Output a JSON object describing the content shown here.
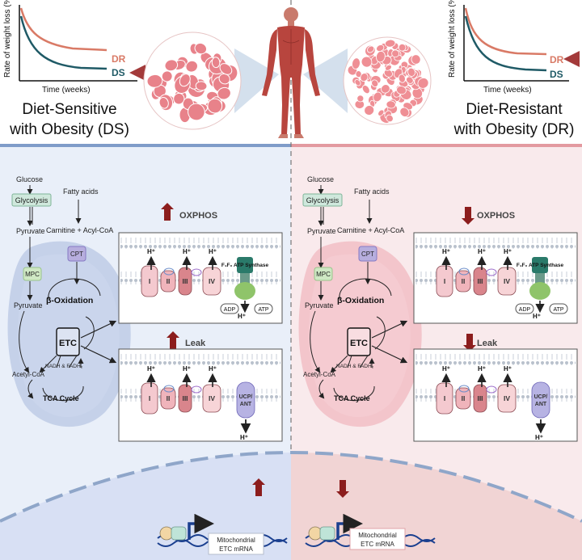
{
  "top": {
    "left_graph": {
      "ylabel": "Rate of weight loss (% baseline)",
      "xlabel": "Time (weeks)",
      "line_dr": "DR",
      "line_ds": "DS"
    },
    "right_graph": {
      "ylabel": "Rate of weight loss (% baseline)",
      "xlabel": "Time (weeks)",
      "line_dr": "DR",
      "line_ds": "DS"
    },
    "left_title_1": "Diet-Sensitive",
    "left_title_2": "with Obesity (DS)",
    "right_title_1": "Diet-Resistant",
    "right_title_2": "with Obesity (DR)"
  },
  "pathway": {
    "glucose": "Glucose",
    "glycolysis": "Glycolysis",
    "fatty_acids": "Fatty acids",
    "carnitine": "Carnitine + Acyl-CoA",
    "pyruvate": "Pyruvate",
    "cpt": "CPT",
    "mpc": "MPC",
    "beta_ox": "β-Oxidation",
    "pyruvate2": "Pyruvate",
    "etc": "ETC",
    "nadh": "NADH & FADH₂",
    "acetyl": "Acetyl-CoA",
    "tca": "TCA Cycle"
  },
  "membranes": {
    "oxphos": "OXPHOS",
    "leak": "Leak",
    "complexes": [
      "I",
      "II",
      "III",
      "IV"
    ],
    "hplus": "H⁺",
    "atp_synthase": "F₁F₀ ATP Synthase",
    "adp": "ADP",
    "atp": "ATP",
    "ucp": "UCP/ ANT"
  },
  "nucleus": {
    "mrna_line1": "Mitochondrial",
    "mrna_line2": "ETC  mRNA"
  },
  "colors": {
    "ds_bg": "#e9eff9",
    "dr_bg": "#f9eaec",
    "ds_line": "#1f5a66",
    "dr_line": "#d97a66",
    "arrow_red": "#8c1d1d",
    "dna_blue": "#1a3f8f"
  }
}
